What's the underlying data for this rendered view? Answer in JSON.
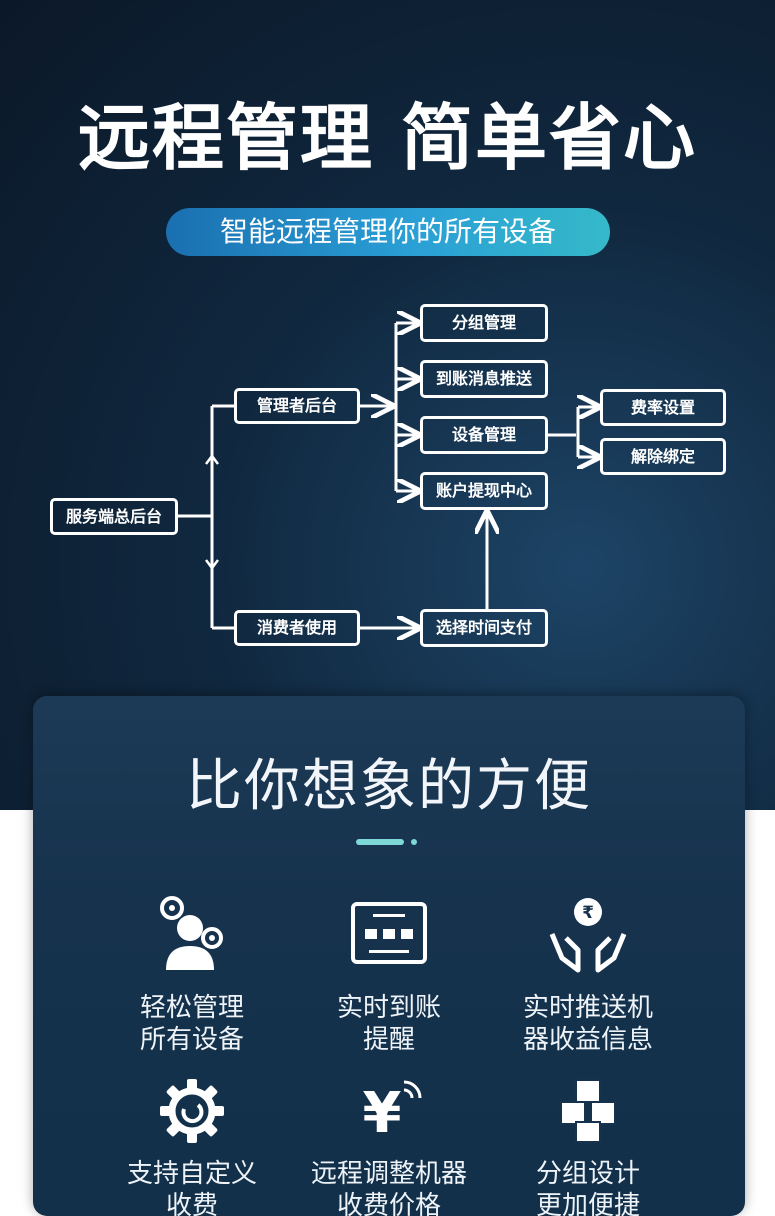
{
  "header": {
    "title": "远程管理 简单省心",
    "subtitle": "智能远程管理你的所有设备"
  },
  "flowchart": {
    "server": "服务端总后台",
    "admin": "管理者后台",
    "consumer": "消费者使用",
    "group_manage": "分组管理",
    "payment_push": "到账消息推送",
    "device_manage": "设备管理",
    "withdraw_center": "账户提现中心",
    "select_time_pay": "选择时间支付",
    "rate_setting": "费率设置",
    "unbind": "解除绑定"
  },
  "features_section": {
    "title": "比你想象的方便",
    "accent_color": "#7fd8d8",
    "items": [
      {
        "icon": "user-gears-icon",
        "line1": "轻松管理",
        "line2": "所有设备"
      },
      {
        "icon": "payment-terminal-icon",
        "line1": "实时到账",
        "line2": "提醒"
      },
      {
        "icon": "hands-coin-icon",
        "line1": "实时推送机",
        "line2": "器收益信息"
      },
      {
        "icon": "gear-icon",
        "line1": "支持自定义",
        "line2": "收费"
      },
      {
        "icon": "yuan-signal-icon",
        "line1": "远程调整机器",
        "line2": "收费价格"
      },
      {
        "icon": "boxes-icon",
        "line1": "分组设计",
        "line2": "更加便捷"
      }
    ]
  }
}
